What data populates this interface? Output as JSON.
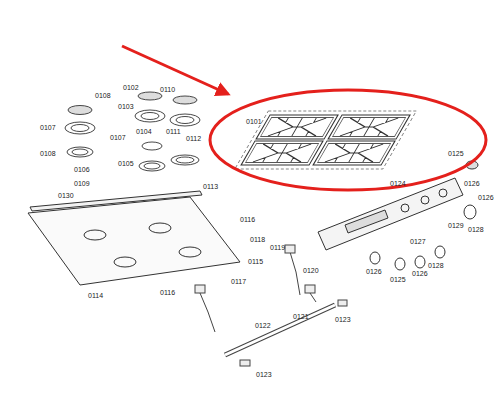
{
  "diagram": {
    "labels": [
      "0102",
      "0108",
      "0103",
      "0110",
      "0107",
      "0107",
      "0111",
      "0104",
      "0112",
      "0108",
      "0105",
      "0106",
      "0109",
      "0113",
      "0101",
      "0130",
      "0114",
      "0116",
      "0118",
      "0119",
      "0115",
      "0116",
      "0117",
      "0120",
      "0121",
      "0122",
      "0123",
      "0123",
      "0125",
      "0124",
      "0126",
      "0126",
      "0129",
      "0128",
      "0127",
      "0126",
      "0126",
      "0125",
      "0128"
    ]
  }
}
